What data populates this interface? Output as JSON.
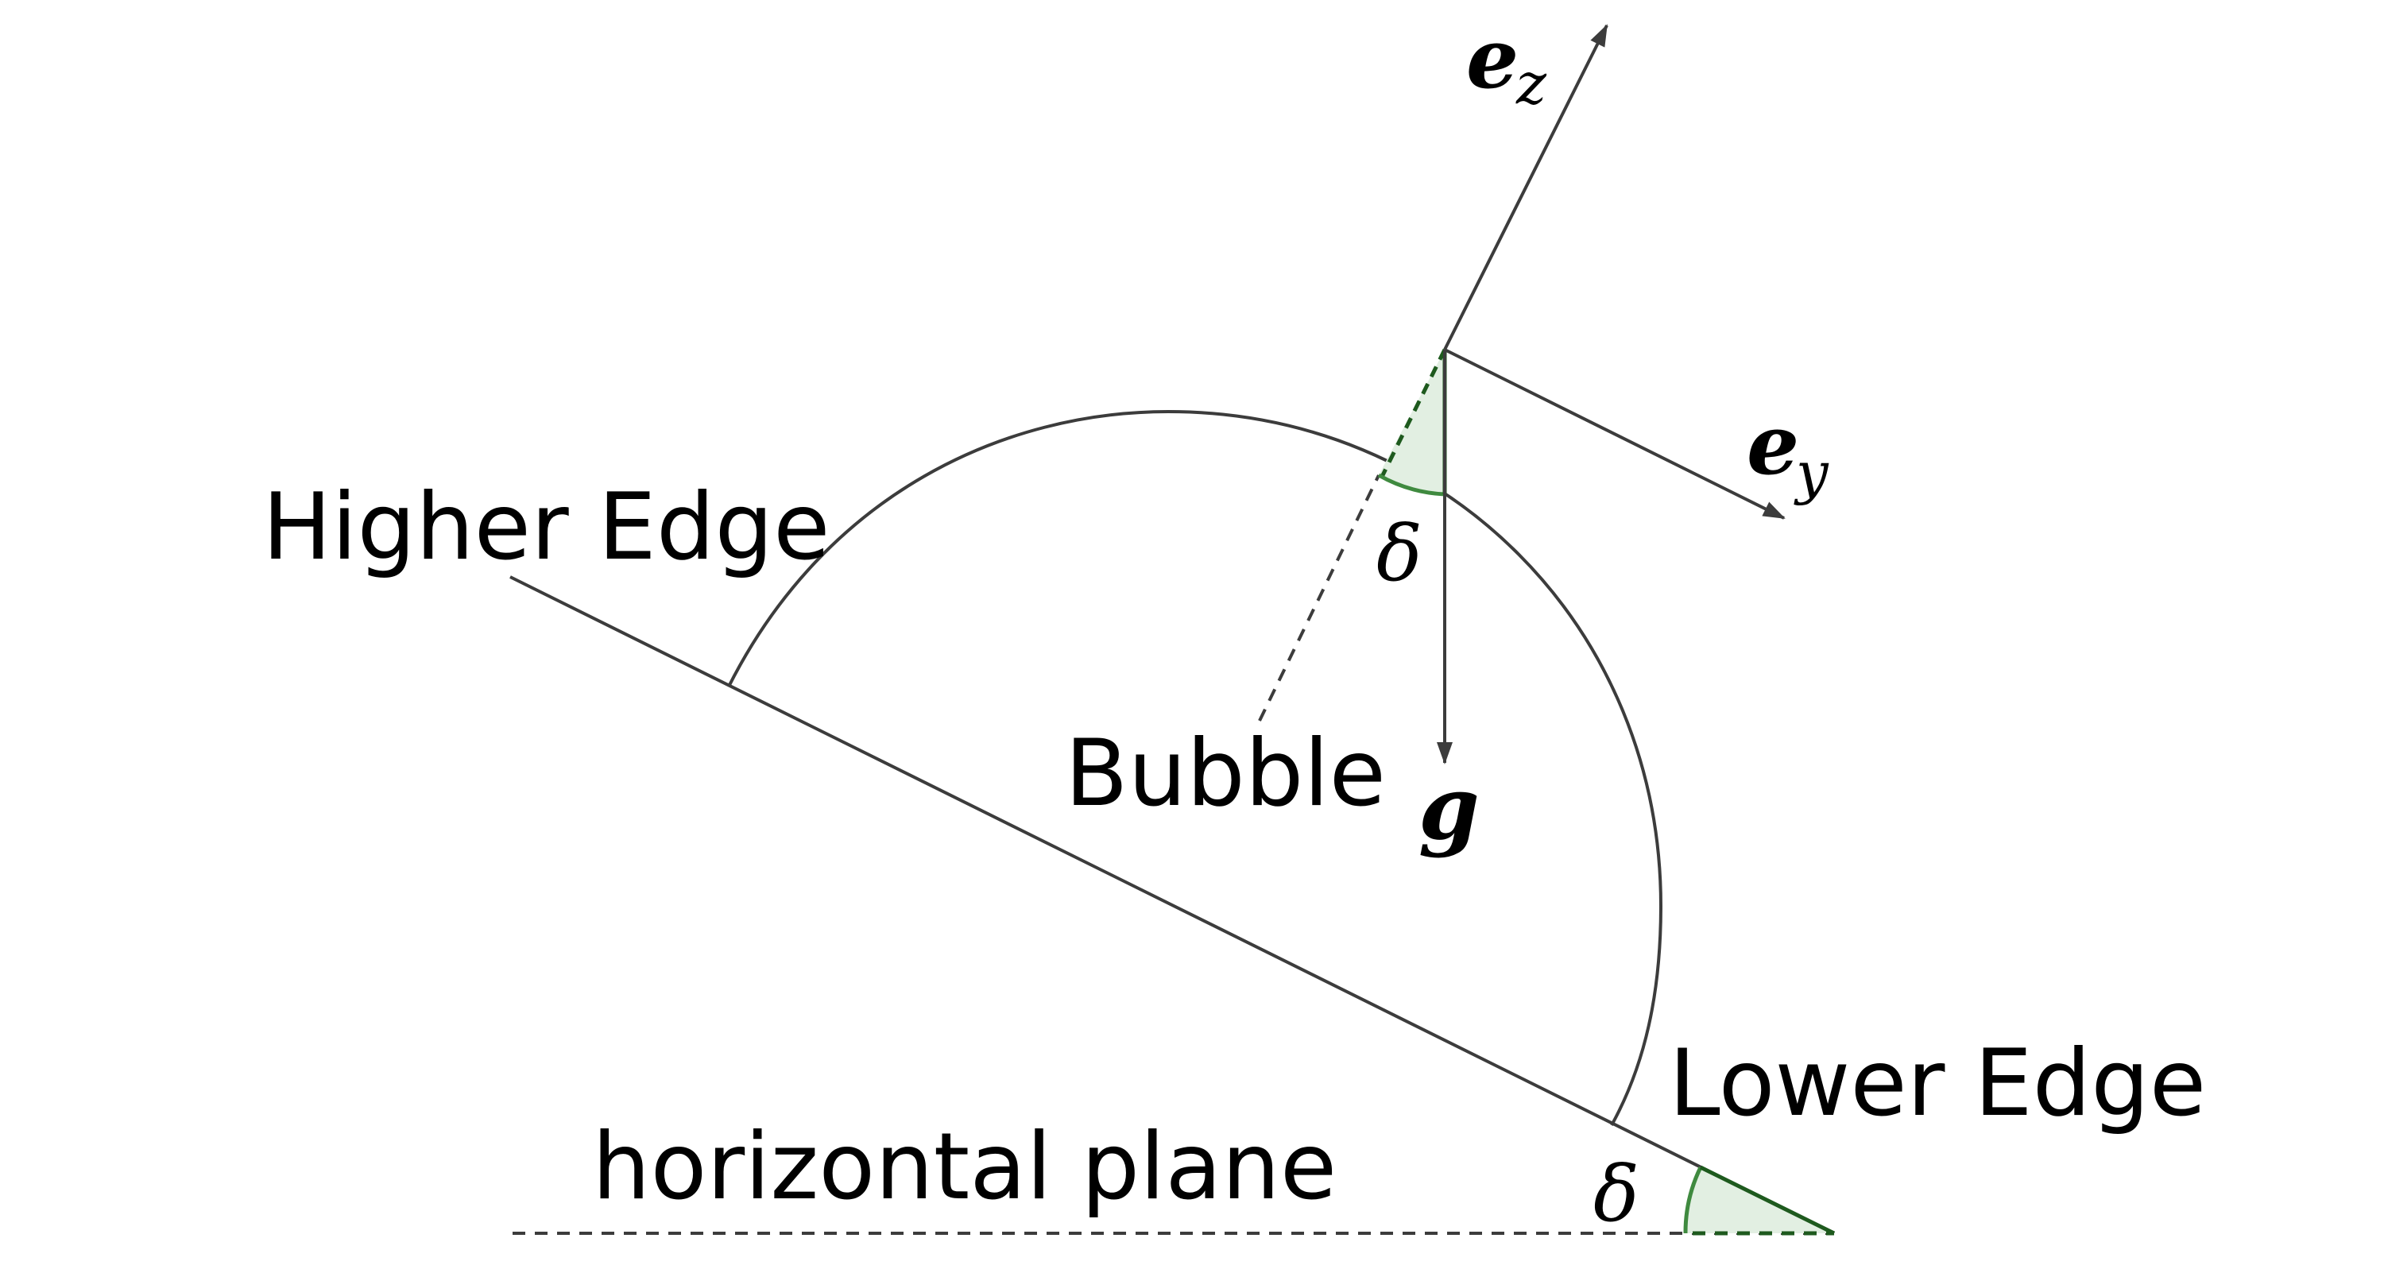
{
  "labels": {
    "higher_edge": "Higher Edge",
    "lower_edge": "Lower Edge",
    "bubble": "Bubble",
    "horizontal_plane": "horizontal plane"
  },
  "symbols": {
    "ez_main": "e",
    "ez_sub": "z",
    "ey_main": "e",
    "ey_sub": "y",
    "gravity": "g",
    "delta_top": "δ",
    "delta_bottom": "δ"
  },
  "colors": {
    "line": "#3c3c3c",
    "angle_fill": "#e2efe2",
    "angle_arc": "#3f8a3f",
    "text": "#000000"
  }
}
